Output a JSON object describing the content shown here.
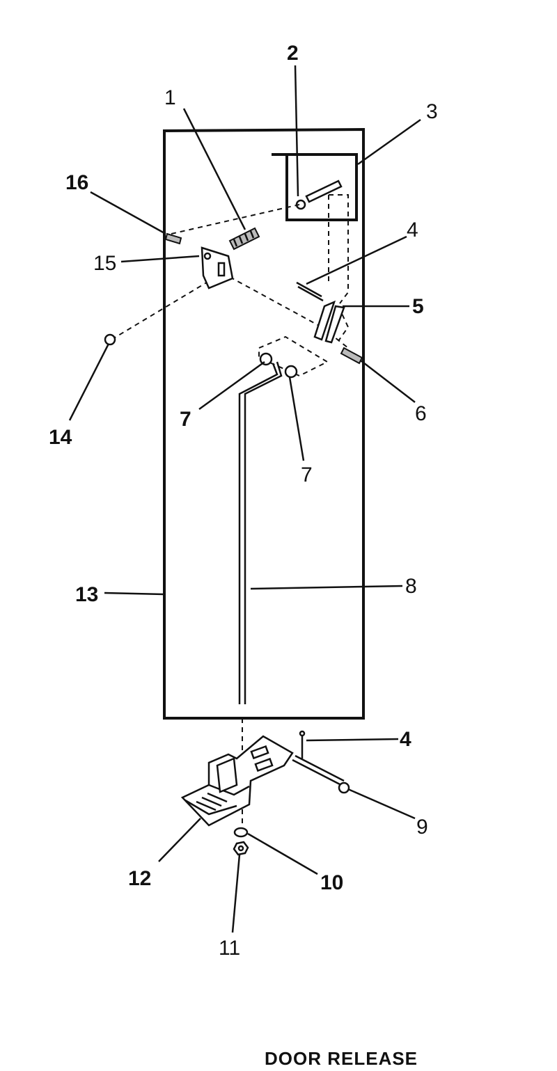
{
  "callouts": {
    "c1": "1",
    "c2": "2",
    "c3": "3",
    "c4a": "4",
    "c4b": "4",
    "c5": "5",
    "c6": "6",
    "c7a": "7",
    "c7b": "7",
    "c8": "8",
    "c9": "9",
    "c10": "10",
    "c11": "11",
    "c12": "12",
    "c13": "13",
    "c14": "14",
    "c15": "15",
    "c16": "16"
  },
  "caption": "DOOR RELEASE"
}
